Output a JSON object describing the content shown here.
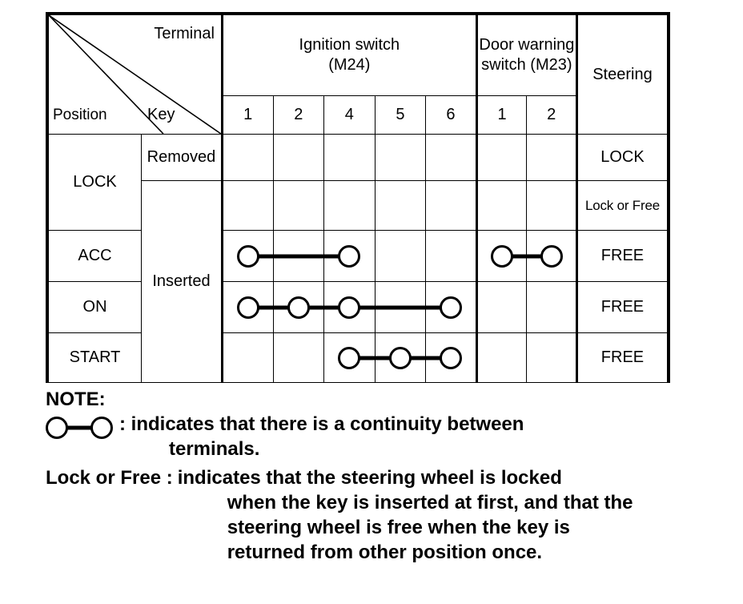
{
  "table": {
    "corner": {
      "terminal_label": "Terminal",
      "position_label": "Position",
      "key_label": "Key"
    },
    "groups": [
      {
        "name": "ignition-switch",
        "title": "Ignition switch",
        "subtitle": "(M24)",
        "terminals": [
          "1",
          "2",
          "4",
          "5",
          "6"
        ]
      },
      {
        "name": "door-warning-switch",
        "title": "Door warning",
        "subtitle": "switch (M23)",
        "terminals": [
          "1",
          "2"
        ]
      }
    ],
    "steering_header": "Steering",
    "rows": [
      {
        "position": "LOCK",
        "key": "Removed",
        "steering": "LOCK",
        "steering_small": false,
        "ignition": [
          null,
          null,
          null,
          null,
          null
        ],
        "door": [
          null,
          null
        ]
      },
      {
        "position": "",
        "key": "Inserted",
        "steering": "Lock or Free",
        "steering_small": true,
        "ignition": [
          null,
          null,
          null,
          null,
          null
        ],
        "door": [
          null,
          null
        ]
      },
      {
        "position": "ACC",
        "key": "",
        "steering": "FREE",
        "steering_small": false,
        "ignition": [
          "node-link2",
          null,
          "node",
          null,
          null
        ],
        "door": [
          "node-link1",
          "node"
        ]
      },
      {
        "position": "ON",
        "key": "",
        "steering": "FREE",
        "steering_small": false,
        "ignition": [
          "node-link1",
          "node-link1",
          "node-link2",
          null,
          "node"
        ],
        "door": [
          null,
          null
        ]
      },
      {
        "position": "START",
        "key": "",
        "steering": "FREE",
        "steering_small": false,
        "ignition": [
          null,
          null,
          "node-link1",
          "node-link1",
          "node"
        ],
        "door": [
          null,
          null
        ]
      }
    ]
  },
  "note": {
    "title": "NOTE:",
    "symbol_name": "continuity-symbol",
    "continuity_line1": ": indicates that there is a continuity between",
    "continuity_line2": "terminals.",
    "lock_or_free_label": "Lock or Free :",
    "lock_or_free_line1": "indicates that the steering wheel is locked",
    "lock_or_free_line2": "when the key is inserted at first, and that the",
    "lock_or_free_line3": "steering wheel is free when the key is",
    "lock_or_free_line4": "returned from other position once."
  }
}
